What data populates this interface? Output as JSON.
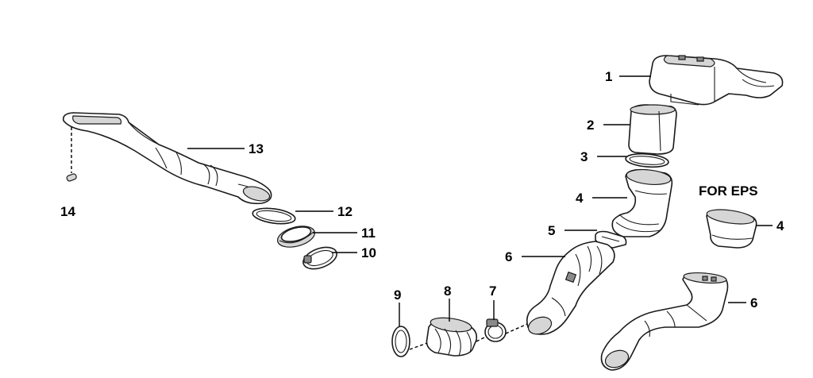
{
  "diagram": {
    "variant_note": "FOR EPS",
    "callouts": {
      "c1": "1",
      "c2": "2",
      "c3": "3",
      "c4": "4",
      "c4_eps": "4",
      "c5": "5",
      "c6": "6",
      "c6_eps": "6",
      "c7": "7",
      "c8": "8",
      "c9": "9",
      "c10": "10",
      "c11": "11",
      "c12": "12",
      "c13": "13",
      "c14": "14"
    }
  }
}
